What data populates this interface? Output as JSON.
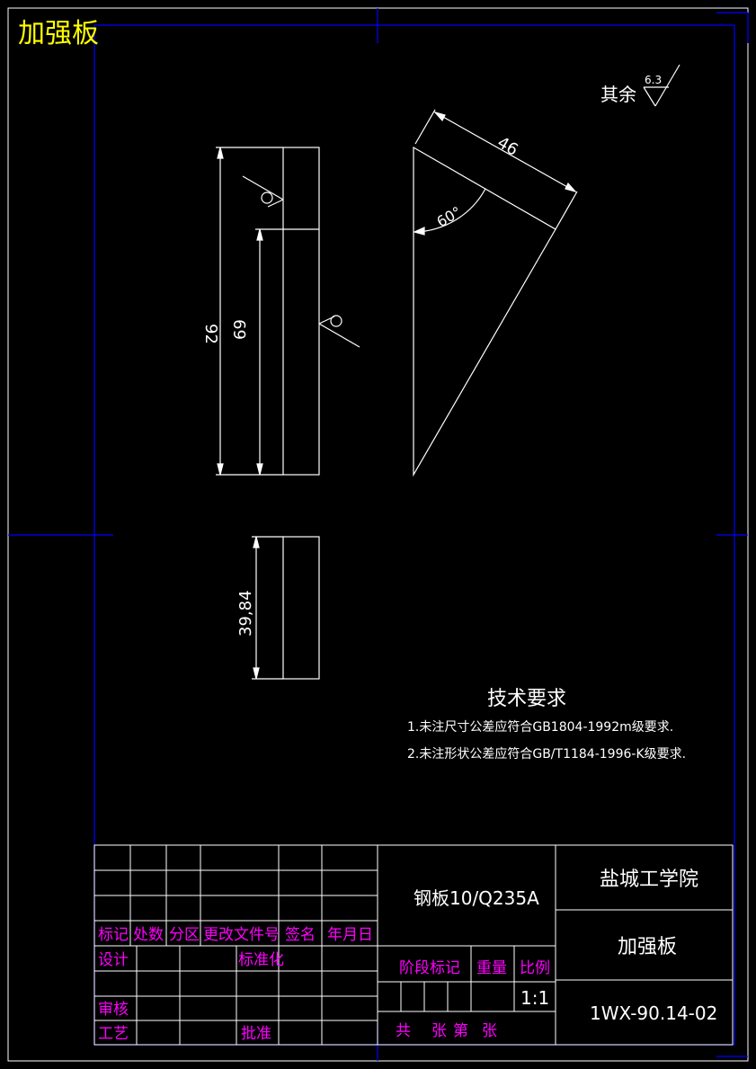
{
  "drawing": {
    "corner_title": "加强板",
    "roughness": {
      "label": "其余",
      "value": "6.3"
    },
    "dimensions": {
      "overall_height": "92",
      "inner_height": "69",
      "bottom_part_height": "39,84",
      "hypotenuse": "46",
      "angle": "60°"
    },
    "tech_requirements": {
      "heading": "技术要求",
      "items": [
        "1.未注尺寸公差应符合GB1804-1992m级要求.",
        "2.未注形状公差应符合GB/T1184-1996-K级要求."
      ]
    }
  },
  "title_block": {
    "material": "钢板10/Q235A",
    "school": "盐城工学院",
    "part_name": "加强板",
    "drawing_number": "1WX-90.14-02",
    "scale": "1:1",
    "header_labels": [
      "标记",
      "处数",
      "分区",
      "更改文件号",
      "签名",
      "年月日"
    ],
    "design_label": "设计",
    "standardize_label": "标准化",
    "review_label": "审核",
    "process_label": "工艺",
    "approve_label": "批准",
    "stage_label": "阶段标记",
    "weight_label": "重量",
    "ratio_label": "比例",
    "sheets_total": "共",
    "sheets_unit": "张",
    "sheet_no": "第",
    "sheet_unit2": "张"
  },
  "colors": {
    "background": "#000000",
    "lines": "#ffffff",
    "frame": "#0000ff",
    "labels": "#ff00ff",
    "title_corner": "#ffff00"
  }
}
